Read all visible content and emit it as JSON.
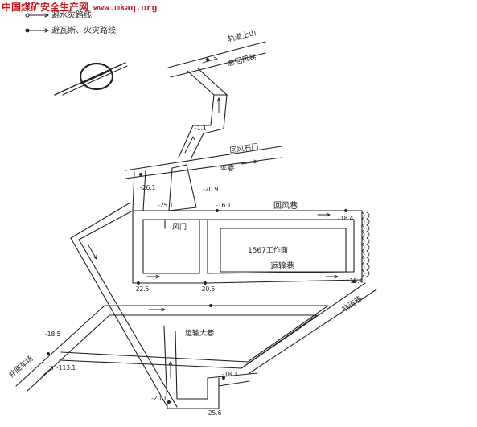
{
  "watermark": {
    "site_name": "中国煤矿安全生产网",
    "url": "www.mkaq.org"
  },
  "legend": {
    "items": [
      {
        "symbol": "open-circle-arrow",
        "label": "避水灾路线"
      },
      {
        "symbol": "filled-circle-arrow",
        "label": "避瓦斯、火灾路线"
      }
    ]
  },
  "compass": {
    "icon": "compass-rose-icon"
  },
  "labels": {
    "road_upper_right": "轨道上山",
    "road_return_air": "总回风巷",
    "road_mid_right": "回风石门",
    "road_mid_left": "平巷",
    "road_air": "回风巷",
    "working_face": "1567工作面",
    "transport": "运输巷",
    "track_right": "轨道巷",
    "main_road": "运输大巷",
    "lower_left": "井底车场",
    "small_left": "风门"
  },
  "elevations": [
    "-1.1",
    "-16.1",
    "-20.9",
    "-25.1",
    "-18.4",
    "-22.5",
    "-20.5",
    "-15.4",
    "-18.5",
    "-113.1",
    "-18.3",
    "-20.1",
    "-25.6",
    "-26.1"
  ],
  "colors": {
    "line": "#222222",
    "background": "#ffffff",
    "watermark": "#c8191e"
  }
}
